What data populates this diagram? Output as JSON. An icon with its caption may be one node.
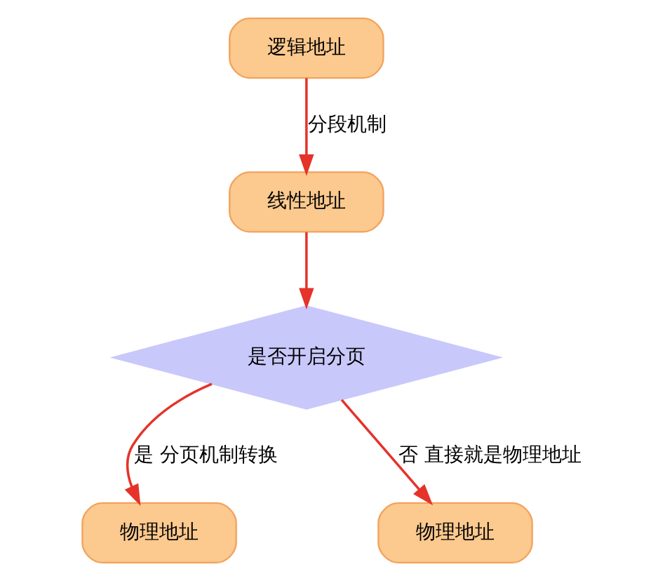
{
  "diagram": {
    "nodes": [
      {
        "text": [
          "逻辑地址"
        ]
      },
      {
        "text": [
          "线性地址"
        ]
      },
      {
        "text": [
          "是否开启分页"
        ]
      },
      {
        "text": [
          "物理地址"
        ]
      },
      {
        "text": [
          "物理地址"
        ]
      }
    ],
    "edges": [
      {
        "from": 0,
        "to": 1,
        "arrow": "to",
        "label": "分段机制"
      },
      {
        "from": 1,
        "to": 2,
        "arrow": "to"
      },
      {
        "from": 2,
        "to": 3,
        "arrow": "to",
        "label": "是 分页机制转换"
      },
      {
        "from": 2,
        "to": 4,
        "arrow": "to",
        "label": "否 直接就是物理地址"
      }
    ]
  }
}
